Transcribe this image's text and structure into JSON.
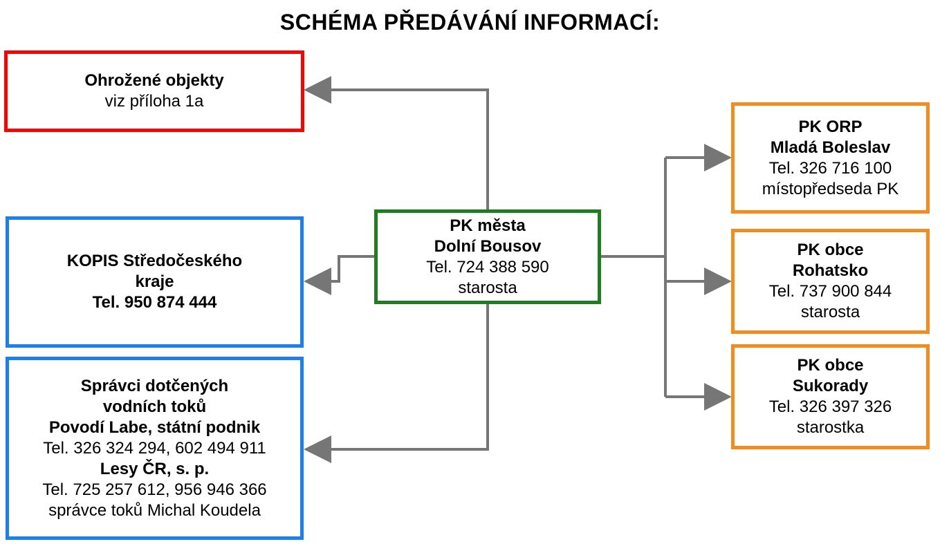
{
  "title": "SCHÉMA PŘEDÁVÁNÍ INFORMACÍ:",
  "colors": {
    "connector": "#767676",
    "red": "#ff0000",
    "blue": "#1a7ff0",
    "green": "#1e7d1e",
    "orange": "#f58b1c"
  },
  "nodes": {
    "endangered": {
      "line1": "Ohrožené objekty",
      "line2": "viz příloha 1a"
    },
    "kopis": {
      "line1": "KOPIS Středočeského",
      "line2": "kraje",
      "line3": "Tel. 950 874 444"
    },
    "managers": {
      "line1": "Správci dotčených",
      "line2": "vodních toků",
      "line3": "Povodí Labe, státní podnik",
      "line4": "Tel. 326 324 294, 602 494 911",
      "line5": "Lesy ČR, s. p.",
      "line6": "Tel. 725 257 612, 956 946 366",
      "line7": "správce toků Michal Koudela"
    },
    "center": {
      "line1": "PK města",
      "line2": "Dolní Bousov",
      "line3": "Tel. 724 388 590",
      "line4": "starosta"
    },
    "orp": {
      "line1": "PK ORP",
      "line2": "Mladá Boleslav",
      "line3": "Tel. 326 716 100",
      "line4": "místopředseda PK"
    },
    "rohatsko": {
      "line1": "PK obce",
      "line2": "Rohatsko",
      "line3": "Tel. 737 900 844",
      "line4": "starosta"
    },
    "sukorady": {
      "line1": "PK obce",
      "line2": "Sukorady",
      "line3": "Tel. 326 397 326",
      "line4": "starostka"
    }
  }
}
